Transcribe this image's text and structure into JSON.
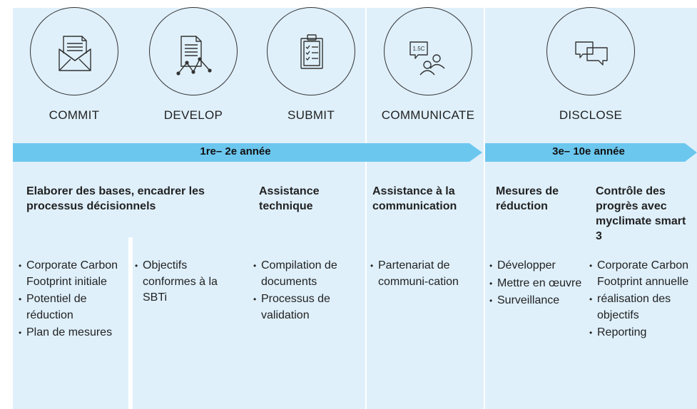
{
  "stages": [
    "COMMIT",
    "DEVELOP",
    "SUBMIT",
    "COMMUNICATE",
    "DISCLOSE"
  ],
  "icons": [
    "envelope-letter-icon",
    "document-graph-icon",
    "clipboard-checklist-icon",
    "speech-people-icon",
    "speech-bubbles-icon"
  ],
  "icon_text": "1.5C",
  "timeline": {
    "phase1": "1re– 2e année",
    "phase2": "3e– 10e année"
  },
  "colors": {
    "column_bg": "#dff0fb",
    "arrow": "#6cc7ef",
    "outline": "#333333"
  },
  "headings": [
    "Elaborer des bases, encadrer les processus décisionnels",
    "Assistance technique",
    "Assistance à la communication",
    "Mesures de réduction",
    "Contrôle des progrès avec myclimate smart 3"
  ],
  "lists": {
    "commit": [
      "Corporate Carbon Footprint initiale",
      "Potentiel de réduction",
      "Plan de mesures"
    ],
    "develop": [
      "Objectifs conformes à la SBTi"
    ],
    "submit": [
      "Compilation de documents",
      "Processus de validation"
    ],
    "communicate": [
      "Partenariat de communi-cation"
    ],
    "reduction": [
      "Développer",
      "Mettre en œuvre",
      "Surveillance"
    ],
    "monitoring": [
      "Corporate Carbon Footprint annuelle",
      "réalisation des objectifs",
      "Reporting"
    ]
  }
}
